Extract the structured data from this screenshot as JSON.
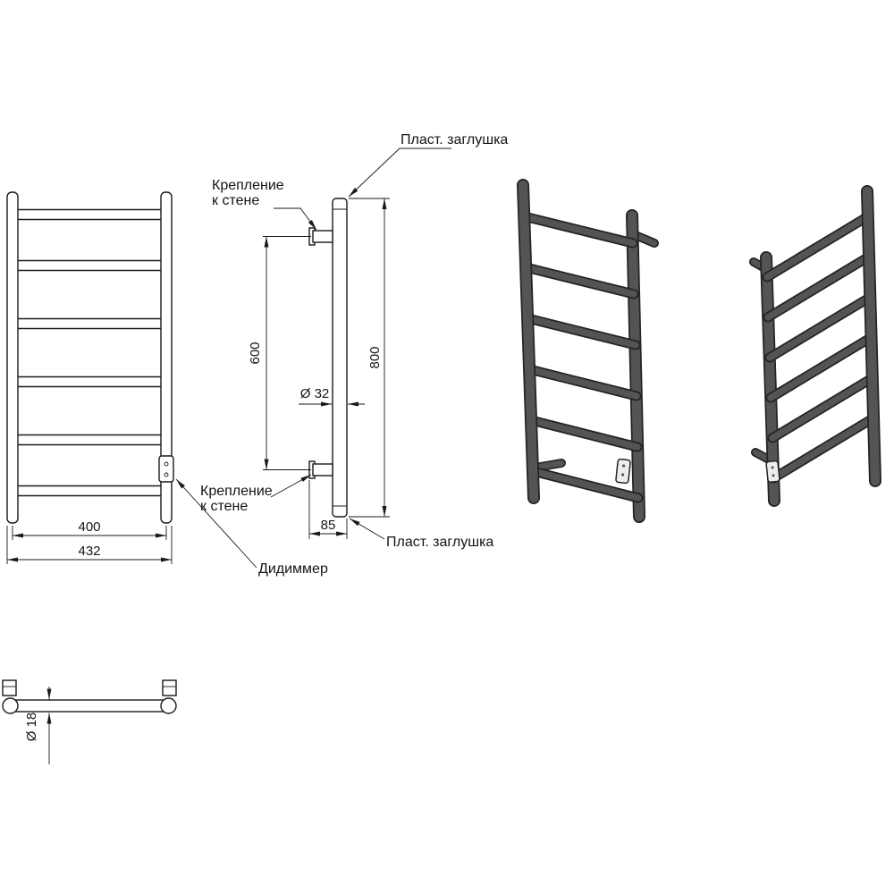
{
  "drawing": {
    "labels": {
      "plug": "Пласт. заглушка",
      "mount_line1": "Крепление",
      "mount_line2": "к стене",
      "dimmer": "Дидиммер"
    },
    "dimensions": {
      "inner_width": "400",
      "outer_width": "432",
      "mount_span": "600",
      "total_height": "800",
      "post_diameter": "Ø 32",
      "bracket_offset": "85",
      "rung_diameter": "Ø 18"
    },
    "colors": {
      "line": "#1a1a1a",
      "render_body": "#545454",
      "render_outline": "#242424",
      "background": "#ffffff"
    }
  }
}
